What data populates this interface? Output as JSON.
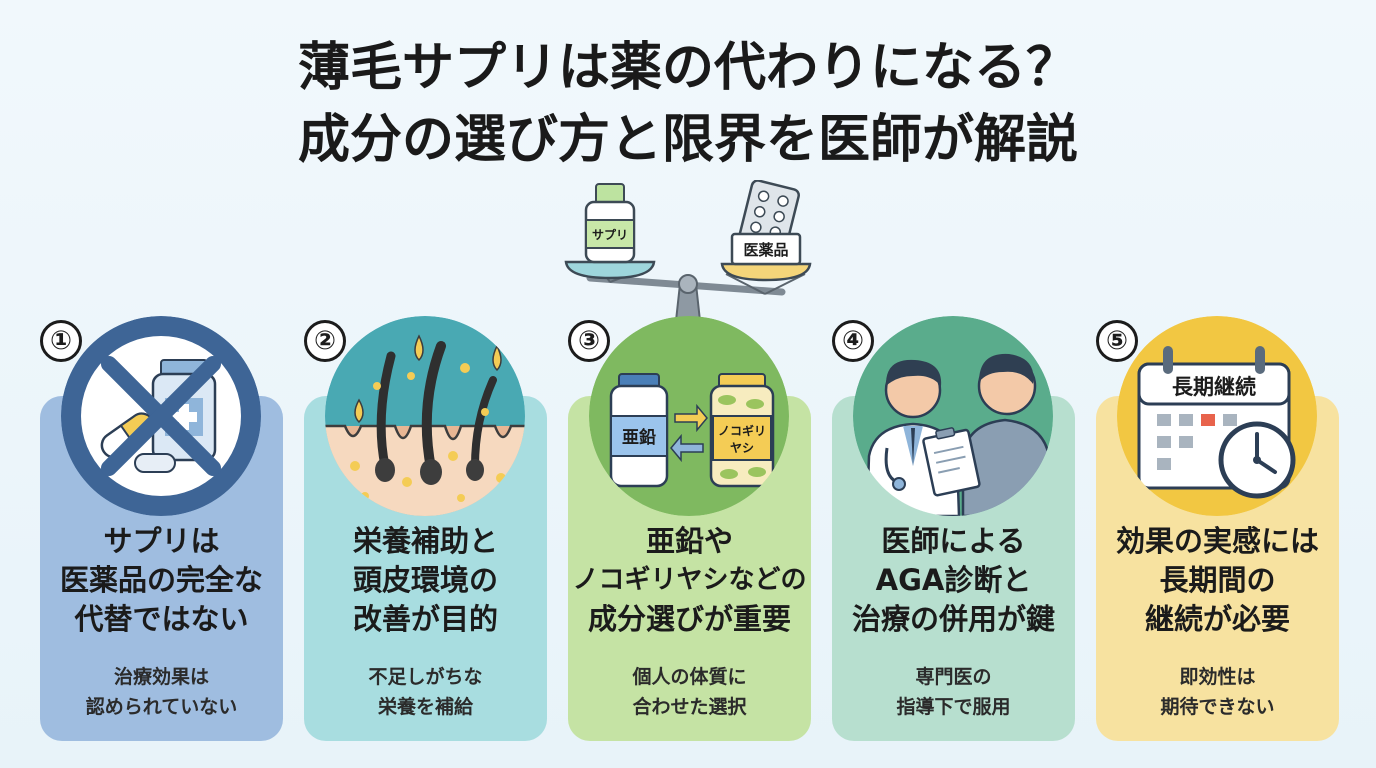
{
  "title": {
    "line1": "薄毛サプリは薬の代わりになる？",
    "line2": "成分の選び方と限界を医師が解説"
  },
  "scale": {
    "left_label": "サプリ",
    "right_label": "医薬品"
  },
  "cards": [
    {
      "number": "①",
      "heading": [
        "サプリは",
        "医薬品の完全な",
        "代替ではない"
      ],
      "sub": [
        "治療効果は",
        "認められていない"
      ],
      "color": "#9fbde0"
    },
    {
      "number": "②",
      "heading": [
        "栄養補助と",
        "頭皮環境の",
        "改善が目的"
      ],
      "sub": [
        "不足しがちな",
        "栄養を補給"
      ],
      "color": "#a8dde0"
    },
    {
      "number": "③",
      "heading": [
        "亜鉛や",
        "ノコギリヤシなどの",
        "成分選びが重要"
      ],
      "sub": [
        "個人の体質に",
        "合わせた選択"
      ],
      "color": "#c5e3a4",
      "icon_labels": {
        "left": "亜鉛",
        "right_line1": "ノコギリ",
        "right_line2": "ヤシ"
      }
    },
    {
      "number": "④",
      "heading": [
        "医師による",
        "AGA診断と",
        "治療の併用が鍵"
      ],
      "sub": [
        "専門医の",
        "指導下で服用"
      ],
      "color": "#b7dfcf"
    },
    {
      "number": "⑤",
      "heading": [
        "効果の実感には",
        "長期間の",
        "継続が必要"
      ],
      "sub": [
        "即効性は",
        "期待できない"
      ],
      "color": "#f7e2a0",
      "icon_labels": {
        "calendar": "長期継続"
      }
    }
  ],
  "icons": {
    "card1": "no-supplement-icon",
    "card2": "hair-follicle-icon",
    "card3": "zinc-saw-palmetto-icon",
    "card4": "doctor-patient-icon",
    "card5": "calendar-clock-icon",
    "top": "balance-scale-icon"
  }
}
